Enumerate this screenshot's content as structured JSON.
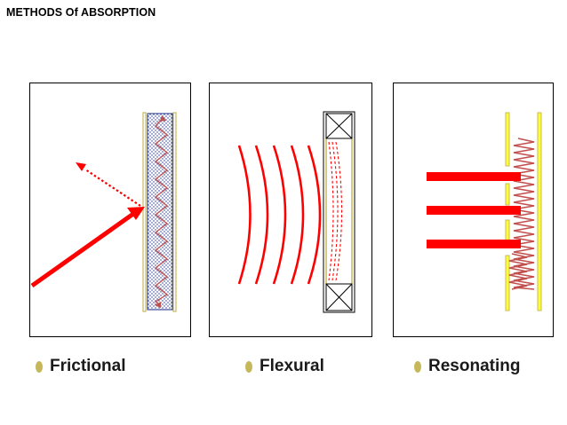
{
  "title": "METHODS Of ABSORPTION",
  "methods": [
    {
      "label": "Frictional"
    },
    {
      "label": "Flexural"
    },
    {
      "label": "Resonating"
    }
  ],
  "colors": {
    "wave": "#ff0000",
    "spring": "#c0504d",
    "frame": "#c8b95a",
    "bullet": "#c6b85a",
    "dots": "#1f2f8a"
  }
}
